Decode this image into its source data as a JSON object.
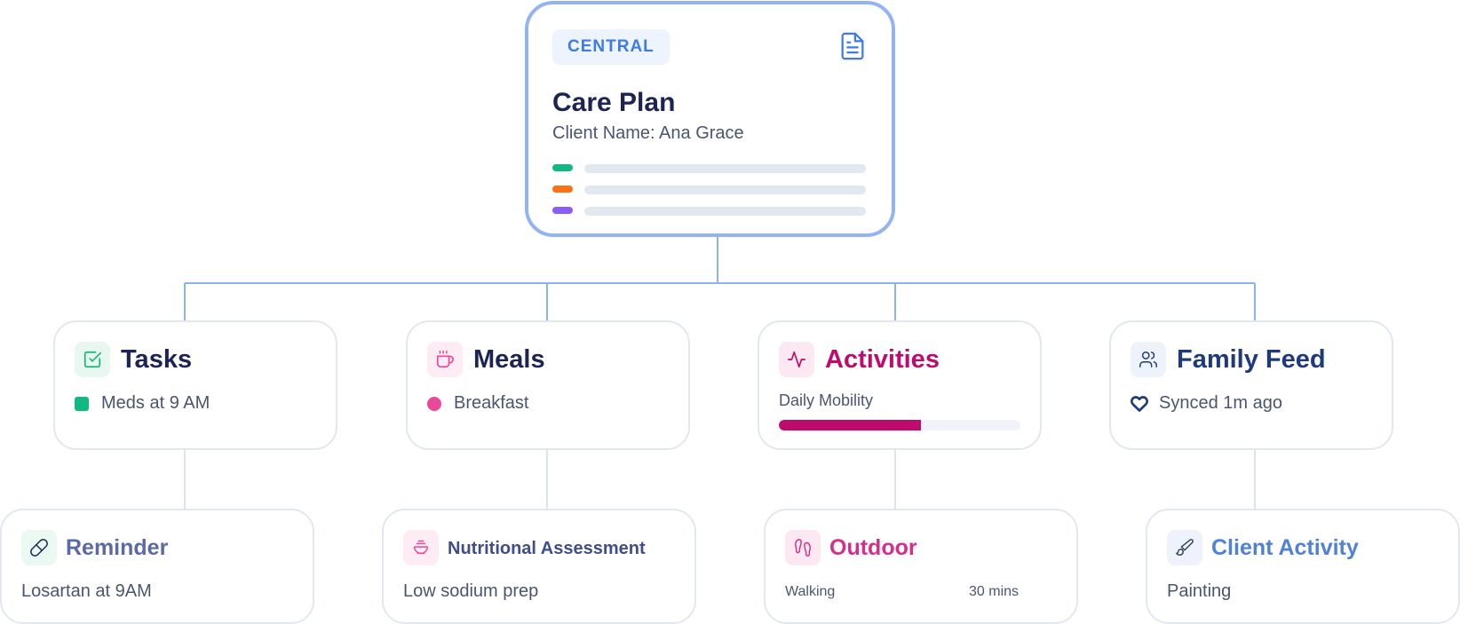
{
  "central": {
    "badge": "CENTRAL",
    "icon": "document-icon",
    "title": "Care Plan",
    "subtitle": "Client Name: Ana Grace",
    "marker_colors": [
      "#10b981",
      "#f97316",
      "#8b5cf6"
    ]
  },
  "categories": [
    {
      "key": "tasks",
      "icon": "check-square-icon",
      "icon_color": "#10b981",
      "icon_bg": "#e8f8f1",
      "title": "Tasks",
      "title_color": "#1b2452",
      "detail": "Meds at 9 AM",
      "detail_marker": "square",
      "marker_color": "#10b981"
    },
    {
      "key": "meals",
      "icon": "cup-icon",
      "icon_color": "#ec4899",
      "icon_bg": "#fdecf4",
      "title": "Meals",
      "title_color": "#1b2452",
      "detail": "Breakfast",
      "detail_marker": "circle",
      "marker_color": "#ec4899"
    },
    {
      "key": "activities",
      "icon": "activity-pulse-icon",
      "icon_color": "#be0b6e",
      "icon_bg": "#fce8f2",
      "title": "Activities",
      "title_color": "#be0b6e",
      "progress_label": "Daily Mobility",
      "progress": 0.59,
      "progress_color": "#be0b6e"
    },
    {
      "key": "family",
      "icon": "users-icon",
      "icon_color": "#1e3a7b",
      "icon_bg": "#eef3fb",
      "title": "Family Feed",
      "title_color": "#1e3a7b",
      "detail": "Synced 1m ago",
      "detail_marker": "heart",
      "marker_color": "#1e3a7b"
    }
  ],
  "subitems": [
    {
      "key": "reminder",
      "icon": "pill-icon",
      "icon_color": "#1b2452",
      "icon_bg": "#eafaf3",
      "title": "Reminder",
      "title_color": "#5b6aa6",
      "detail": "Losartan at 9AM"
    },
    {
      "key": "nutrition",
      "icon": "bowl-icon",
      "icon_color": "#ec4899",
      "icon_bg": "#fdecf4",
      "title": "Nutritional Assessment",
      "title_color": "#3f4d8a",
      "detail": "Low sodium prep"
    },
    {
      "key": "outdoor",
      "icon": "footprints-icon",
      "icon_color": "#d62f8a",
      "icon_bg": "#fce8f2",
      "title": "Outdoor",
      "title_color": "#d62f8a",
      "detail_left": "Walking",
      "detail_right": "30 mins"
    },
    {
      "key": "client_activity",
      "icon": "paintbrush-icon",
      "icon_color": "#334155",
      "icon_bg": "#eef3fb",
      "title": "Client Activity",
      "title_color": "#4f82d6",
      "detail": "Painting"
    }
  ]
}
